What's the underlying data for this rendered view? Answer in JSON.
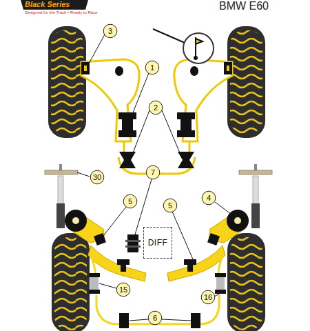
{
  "diagram": {
    "title": "BMW E60",
    "nodes": [
      {
        "text": [
          "3"
        ]
      },
      {
        "text": [
          "1"
        ]
      },
      {
        "text": [
          "2"
        ]
      },
      {
        "text": [
          "30"
        ]
      },
      {
        "text": [
          "7"
        ]
      },
      {
        "text": [
          "5"
        ]
      },
      {
        "text": [
          "5"
        ]
      },
      {
        "text": [
          "4"
        ]
      },
      {
        "text": [
          "DIFF"
        ]
      },
      {
        "text": [
          "15"
        ]
      },
      {
        "text": [
          "16"
        ]
      },
      {
        "text": [
          "6"
        ]
      }
    ],
    "labels": [
      "Black Series",
      "Designed for the Track • Ready to Race"
    ]
  }
}
